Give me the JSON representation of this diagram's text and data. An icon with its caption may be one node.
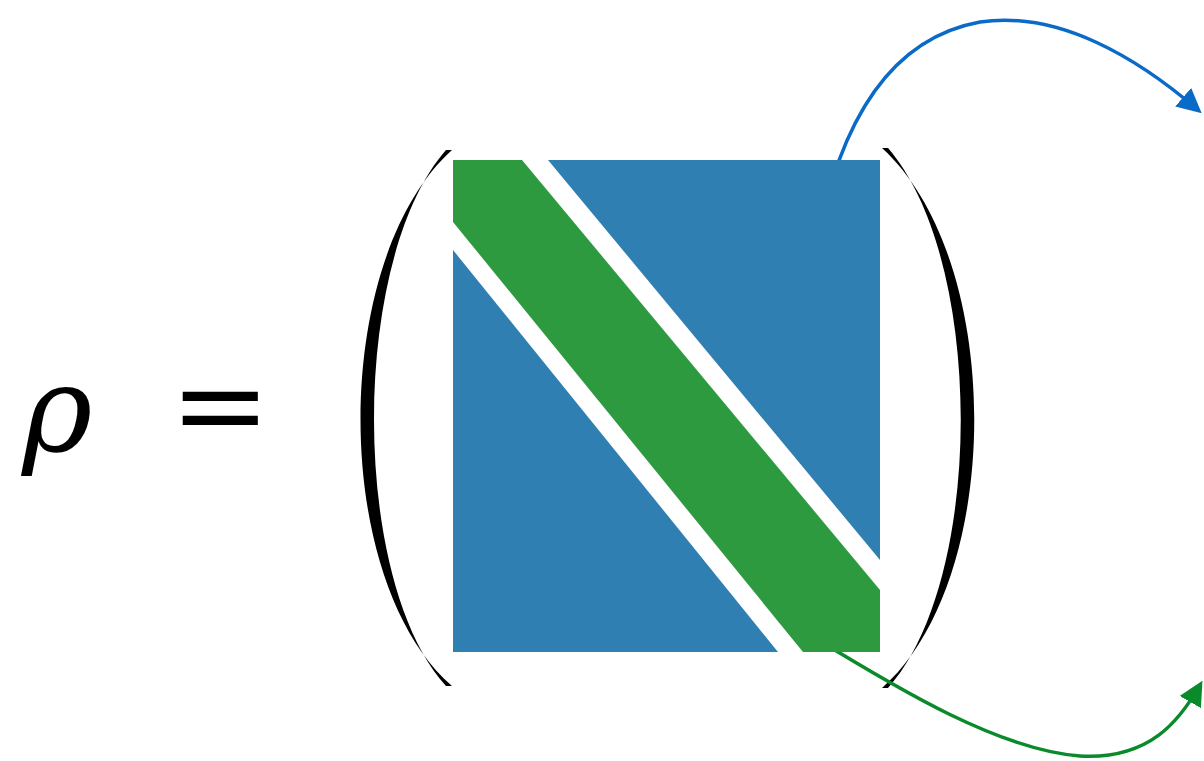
{
  "diagram": {
    "nodes": [
      {
        "text": [],
        "shape": "triangle"
      },
      {
        "text": [],
        "shape": "bar"
      },
      {
        "text": [],
        "shape": "triangle"
      }
    ],
    "edges": [
      {
        "from": 0,
        "to": null,
        "arrow": "to",
        "color": "#0a6ac8"
      },
      {
        "from": 1,
        "to": null,
        "arrow": "to",
        "color": "#0a8a2a"
      }
    ],
    "labels": [
      "ρ",
      "="
    ]
  }
}
